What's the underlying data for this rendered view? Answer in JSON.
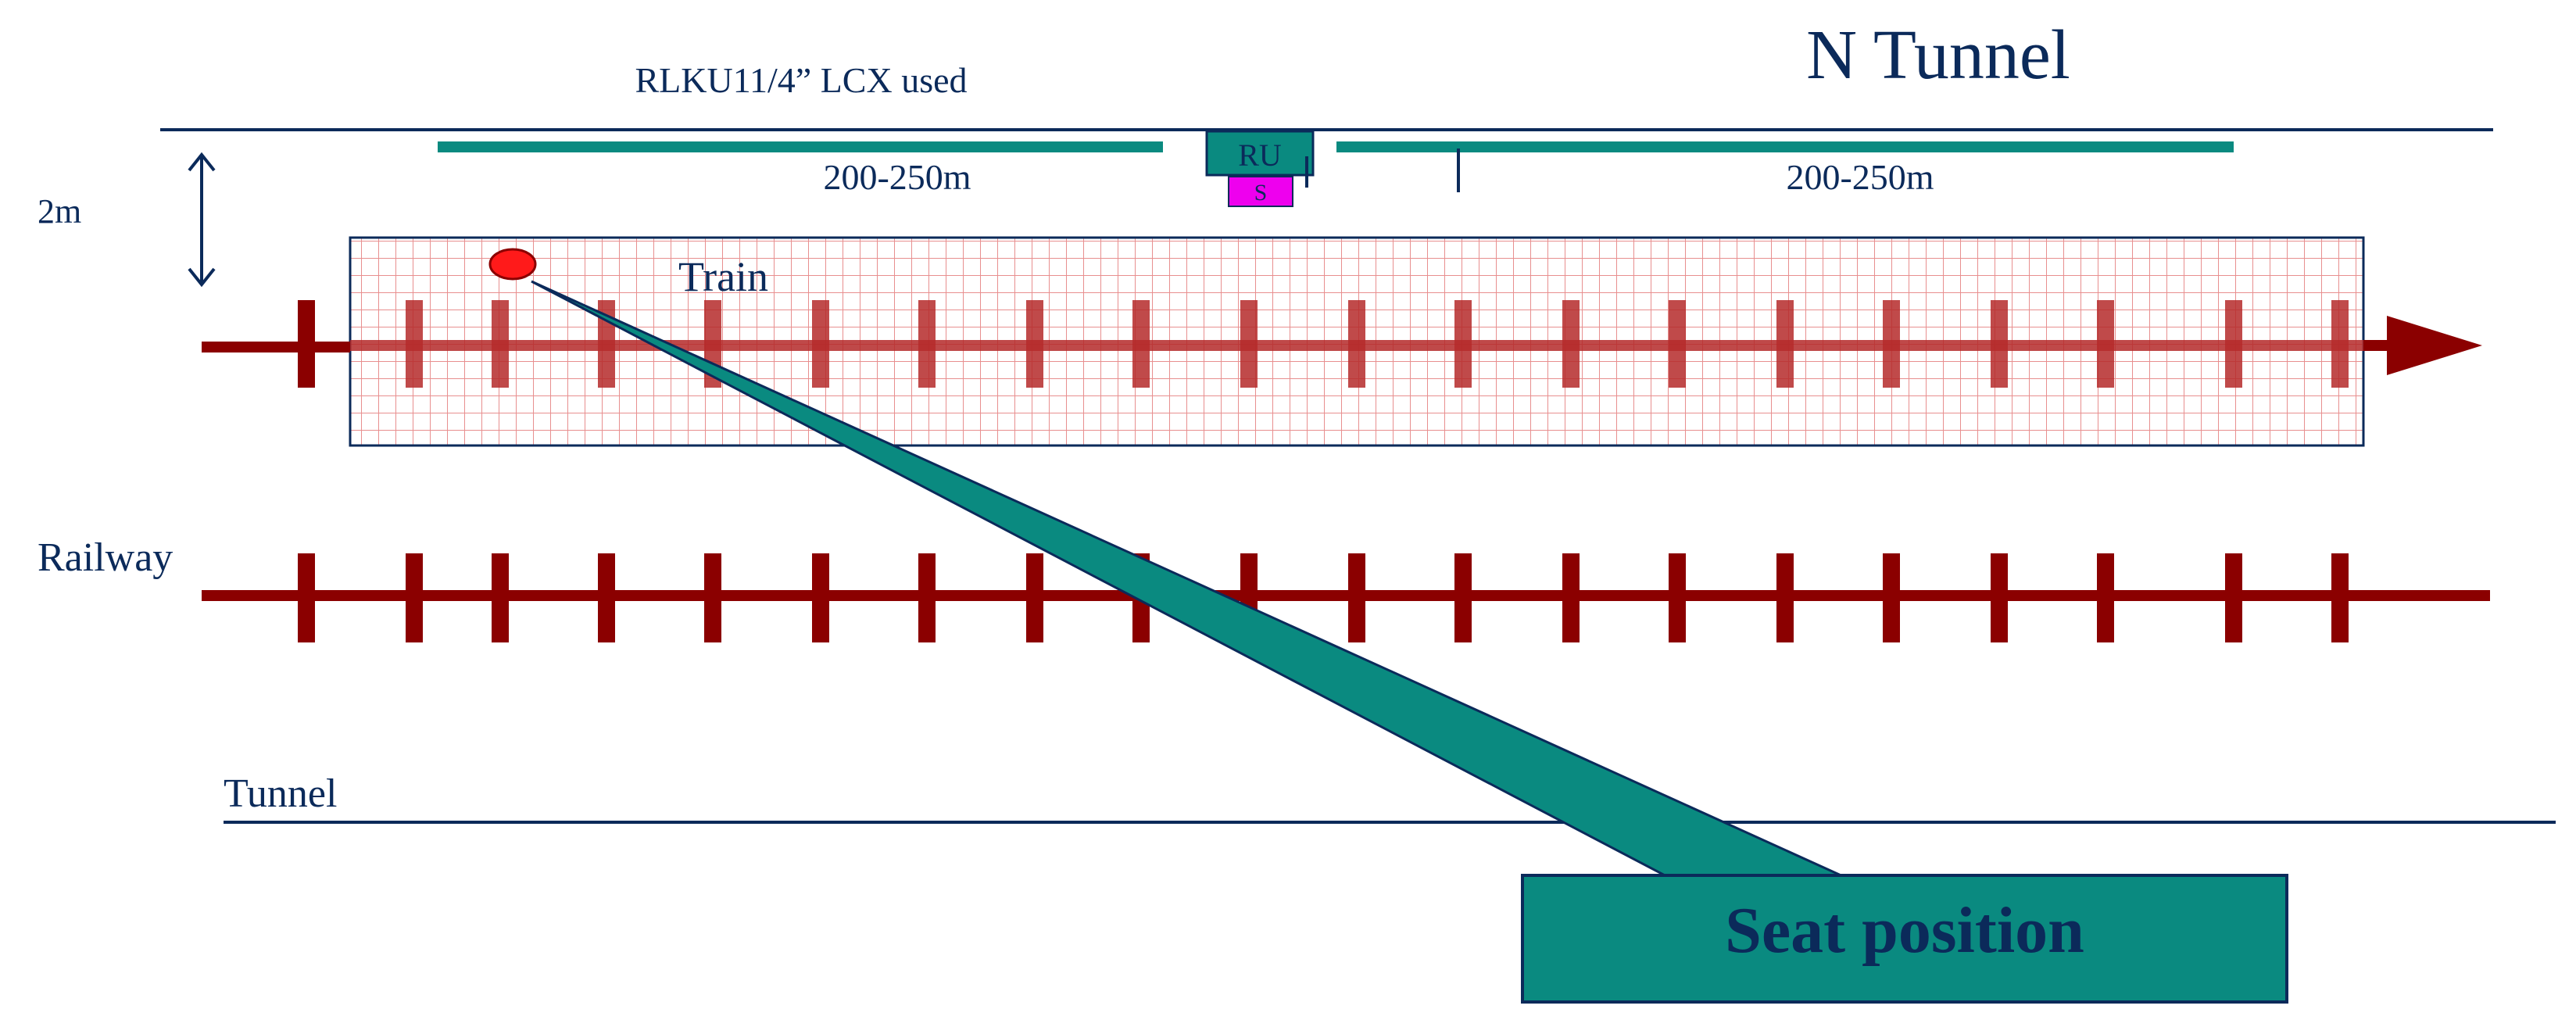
{
  "title": "N Tunnel",
  "cable_label": "RLKU11/4” LCX used",
  "segments": {
    "left": "200-250m",
    "right": "200-250m"
  },
  "ru_label": "RU",
  "s_label": "S",
  "height_label": "2m",
  "train_label": "Train",
  "railway_label": "Railway",
  "tunnel_label": "Tunnel",
  "callout_label": "Seat position",
  "colors": {
    "navy": "#0b2a5a",
    "teal": "#0a8a80",
    "rail": "#8b0000",
    "grid": "#e88f8f",
    "marker": "#ff1a1a",
    "magenta": "#ee00ee"
  }
}
